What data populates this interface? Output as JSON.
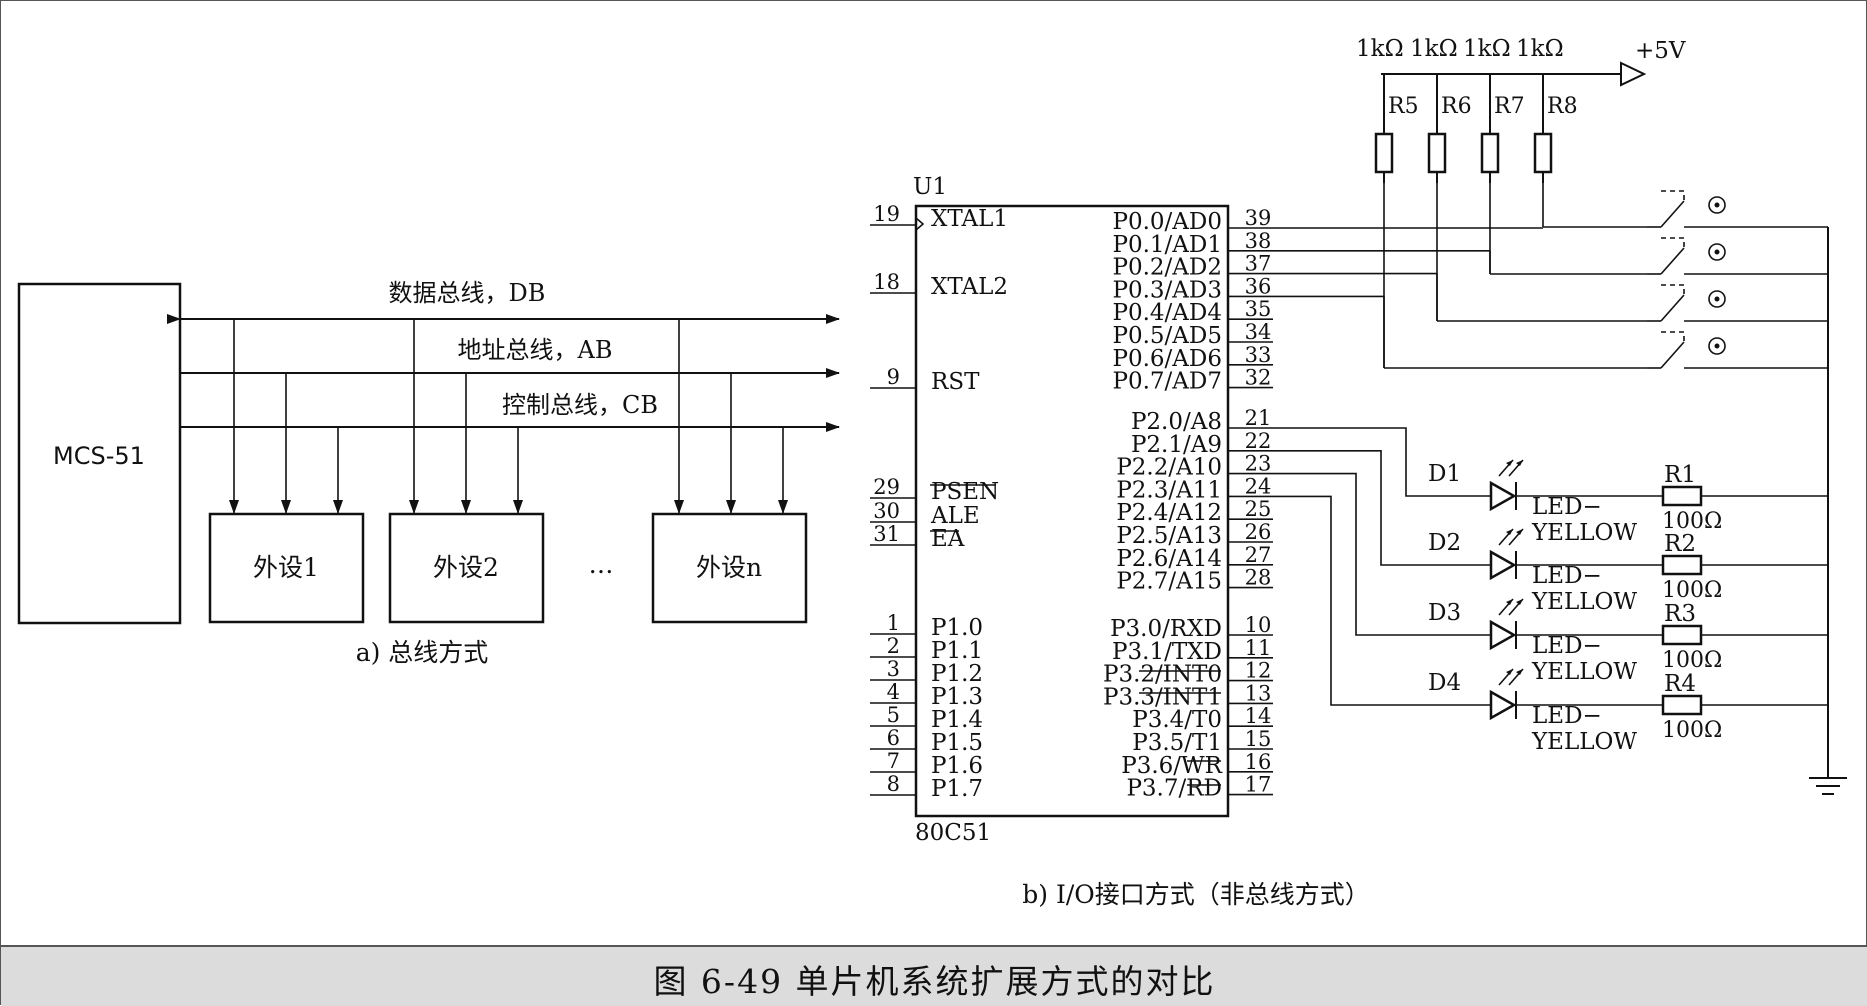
{
  "caption": "图 6-49    单片机系统扩展方式的对比",
  "bus_diagram": {
    "cpu_label": "MCS-51",
    "buses": [
      {
        "label": "数据总线，DB"
      },
      {
        "label": "地址总线，AB"
      },
      {
        "label": "控制总线，CB"
      }
    ],
    "peripherals": [
      {
        "label": "外设1"
      },
      {
        "label": "外设2"
      },
      {
        "label": "外设n"
      }
    ],
    "ellipsis": "…",
    "subcaption": "a) 总线方式"
  },
  "io_diagram": {
    "chip_ref": "U1",
    "chip_part": "80C51",
    "left_pins": [
      {
        "num": "19",
        "name": "XTAL1"
      },
      {
        "num": "18",
        "name": "XTAL2"
      },
      {
        "num": "9",
        "name": "RST"
      },
      {
        "num": "29",
        "name": "PSEN"
      },
      {
        "num": "30",
        "name": "ALE"
      },
      {
        "num": "31",
        "name": "EA"
      },
      {
        "num": "1",
        "name": "P1.0"
      },
      {
        "num": "2",
        "name": "P1.1"
      },
      {
        "num": "3",
        "name": "P1.2"
      },
      {
        "num": "4",
        "name": "P1.3"
      },
      {
        "num": "5",
        "name": "P1.4"
      },
      {
        "num": "6",
        "name": "P1.5"
      },
      {
        "num": "7",
        "name": "P1.6"
      },
      {
        "num": "8",
        "name": "P1.7"
      }
    ],
    "right_pins": [
      {
        "num": "39",
        "name": "P0.0/AD0"
      },
      {
        "num": "38",
        "name": "P0.1/AD1"
      },
      {
        "num": "37",
        "name": "P0.2/AD2"
      },
      {
        "num": "36",
        "name": "P0.3/AD3"
      },
      {
        "num": "35",
        "name": "P0.4/AD4"
      },
      {
        "num": "34",
        "name": "P0.5/AD5"
      },
      {
        "num": "33",
        "name": "P0.6/AD6"
      },
      {
        "num": "32",
        "name": "P0.7/AD7"
      },
      {
        "num": "21",
        "name": "P2.0/A8"
      },
      {
        "num": "22",
        "name": "P2.1/A9"
      },
      {
        "num": "23",
        "name": "P2.2/A10"
      },
      {
        "num": "24",
        "name": "P2.3/A11"
      },
      {
        "num": "25",
        "name": "P2.4/A12"
      },
      {
        "num": "26",
        "name": "P2.5/A13"
      },
      {
        "num": "27",
        "name": "P2.6/A14"
      },
      {
        "num": "28",
        "name": "P2.7/A15"
      },
      {
        "num": "10",
        "name": "P3.0/RXD"
      },
      {
        "num": "11",
        "name": "P3.1/TXD"
      },
      {
        "num": "12",
        "name": "P3.2/INT0"
      },
      {
        "num": "13",
        "name": "P3.3/INT1"
      },
      {
        "num": "14",
        "name": "P3.4/T0"
      },
      {
        "num": "15",
        "name": "P3.5/T1"
      },
      {
        "num": "16",
        "name": "P3.6/WR"
      },
      {
        "num": "17",
        "name": "P3.7/RD"
      }
    ],
    "pullups": [
      {
        "ref": "R5",
        "value": "1kΩ"
      },
      {
        "ref": "R6",
        "value": "1kΩ"
      },
      {
        "ref": "R7",
        "value": "1kΩ"
      },
      {
        "ref": "R8",
        "value": "1kΩ"
      }
    ],
    "supply_label": "+5V",
    "leds": [
      {
        "ref": "D1",
        "type1": "LED−",
        "type2": "YELLOW",
        "res_ref": "R1",
        "res_value": "100Ω"
      },
      {
        "ref": "D2",
        "type1": "LED−",
        "type2": "YELLOW",
        "res_ref": "R2",
        "res_value": "100Ω"
      },
      {
        "ref": "D3",
        "type1": "LED−",
        "type2": "YELLOW",
        "res_ref": "R3",
        "res_value": "100Ω"
      },
      {
        "ref": "D4",
        "type1": "LED−",
        "type2": "YELLOW",
        "res_ref": "R4",
        "res_value": "100Ω"
      }
    ],
    "subcaption": "b) I/O接口方式（非总线方式）"
  }
}
